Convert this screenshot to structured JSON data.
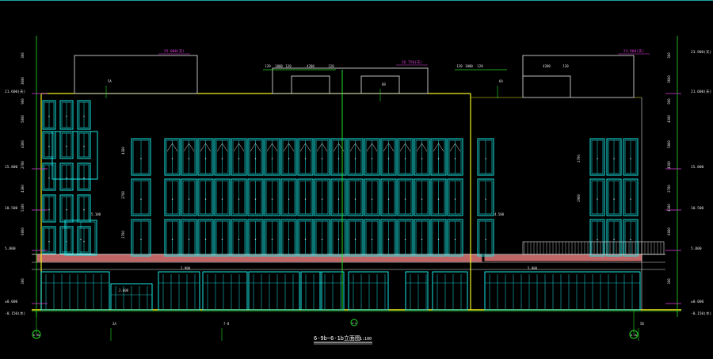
{
  "drawing": {
    "title": "6-9b~6-1b立面图",
    "scale": "1:100",
    "colors": {
      "background": "#000000",
      "window": "#19e6e6",
      "outline": "#f0f020",
      "green": "#22dd22",
      "slab": "#c06666",
      "magenta": "#e040e0",
      "white": "#e6e6e6"
    },
    "grid_labels": {
      "left": "6-9b",
      "right": "6-1b",
      "center": "6-5"
    },
    "elevations_left": [
      "21.600(天)",
      "15.800",
      "10.500",
      "5.800",
      "±0.000",
      "-0.150(水)"
    ],
    "elevations_right": [
      "23.900(天)",
      "21.600(天)",
      "15.800",
      "10.500",
      "5.800",
      "±0.000",
      "-0.150(水)"
    ],
    "roof_labels": [
      "25.000(天)",
      "26.750(天)",
      "23.900(天)"
    ],
    "dims_left": [
      "300",
      "3600",
      "900",
      "5800",
      "4300",
      "2700",
      "4300",
      "5100",
      "6000",
      "300"
    ],
    "dims_right": [
      "300",
      "3600",
      "900",
      "4300",
      "5800",
      "4300",
      "2700",
      "4300",
      "6000",
      "300"
    ],
    "dims_roof": [
      "120",
      "1000",
      "120",
      "4200",
      "120",
      "120",
      "1000",
      "120",
      "4200",
      "120"
    ],
    "window_dims": [
      "4300",
      "2700",
      "2700",
      "2700",
      "2900"
    ],
    "level_tags": [
      "5.100",
      "2.900",
      "2.600",
      "4.500",
      "5.800"
    ],
    "callouts": [
      "5A",
      "6B",
      "6A",
      "2A",
      "7-8",
      "5B"
    ]
  }
}
